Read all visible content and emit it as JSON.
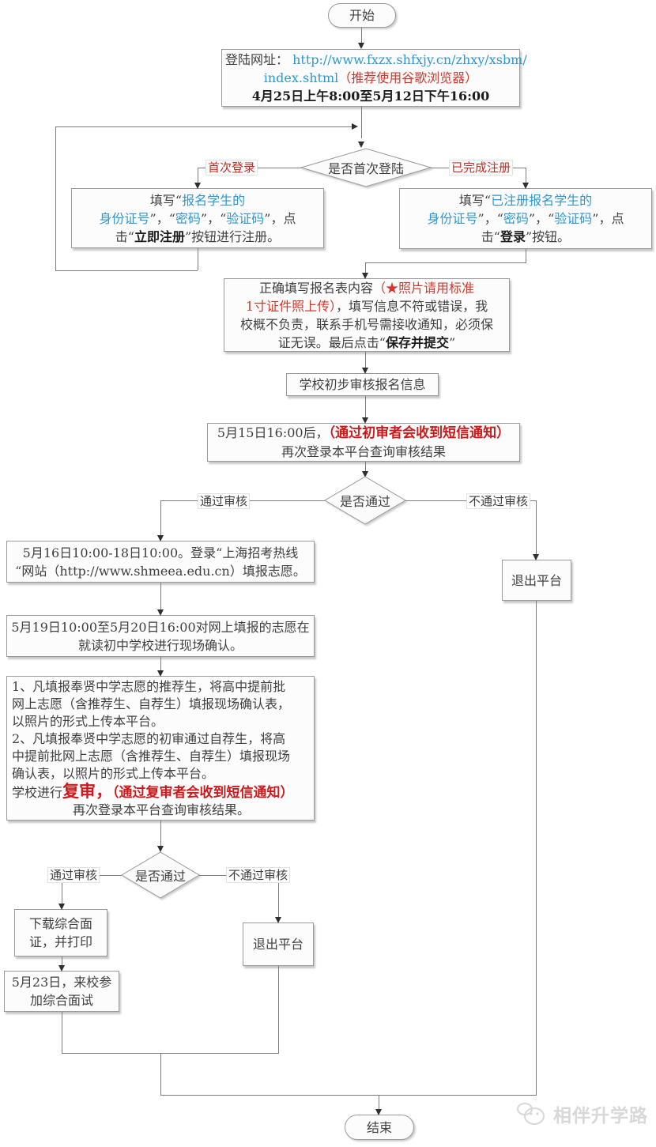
{
  "colors": {
    "link_blue": "#2e96d3",
    "warning_red": "#d3382c",
    "strong_red": "#cc1a1c",
    "line_gray": "#7d7d7d",
    "watermark_gray": "#d8d8d8"
  },
  "watermark": {
    "text": "相伴升学路"
  },
  "nodes": {
    "start": {
      "label": "开始"
    },
    "end": {
      "label": "结束"
    },
    "login_url": {
      "lines": [
        [
          {
            "t": "登陆网址： "
          },
          {
            "t": "http://www.fxzx.shfxjy.cn/zhxy/xsbm/",
            "c": "blue"
          }
        ],
        [
          {
            "t": "index.shtml",
            "c": "blue"
          },
          {
            "t": "（推荐使用谷歌浏览器）",
            "c": "red"
          }
        ],
        [
          {
            "t": "4月25日上午8:00至5月12日下午16:00",
            "c": "bold"
          }
        ]
      ]
    },
    "first_login_decision": {
      "label": "是否首次登陆",
      "yes_label": "首次登录",
      "no_label": "已完成注册"
    },
    "register": {
      "lines": [
        [
          {
            "t": "填写“"
          },
          {
            "t": "报名学生的",
            "c": "blue"
          }
        ],
        [
          {
            "t": "身份证号",
            "c": "blue"
          },
          {
            "t": "”，“"
          },
          {
            "t": "密码",
            "c": "blue"
          },
          {
            "t": "”，“"
          },
          {
            "t": "验证码",
            "c": "blue"
          },
          {
            "t": "”，点"
          }
        ],
        [
          {
            "t": "击“"
          },
          {
            "t": "立即注册",
            "c": "bold"
          },
          {
            "t": "”按钮进行注册。"
          }
        ]
      ]
    },
    "login": {
      "lines": [
        [
          {
            "t": "填写“"
          },
          {
            "t": "已注册报名学生的",
            "c": "blue"
          }
        ],
        [
          {
            "t": "身份证号",
            "c": "blue"
          },
          {
            "t": "”，“"
          },
          {
            "t": "密码",
            "c": "blue"
          },
          {
            "t": "”，“"
          },
          {
            "t": "验证码",
            "c": "blue"
          },
          {
            "t": "”，点"
          }
        ],
        [
          {
            "t": "击“"
          },
          {
            "t": "登录",
            "c": "bold"
          },
          {
            "t": "”按钮。"
          }
        ]
      ]
    },
    "fill_form": {
      "lines": [
        [
          {
            "t": "正确填写报名表内容"
          },
          {
            "t": "（★照片请用标准",
            "c": "red"
          }
        ],
        [
          {
            "t": "1寸证件照上传）",
            "c": "red"
          },
          {
            "t": "，填写信息不符或错误，我"
          }
        ],
        [
          {
            "t": "校概不负责，联系手机号需接收通知，必须保"
          }
        ],
        [
          {
            "t": "证无误。最后点击“"
          },
          {
            "t": "保存并提交",
            "c": "bold"
          },
          {
            "t": "”"
          }
        ]
      ]
    },
    "school_review": {
      "label": "学校初步审核报名信息"
    },
    "review_result": {
      "lines": [
        [
          {
            "t": "5月15日16:00后，"
          },
          {
            "t": "（通过初审者会收到短信通知）",
            "c": "redbold"
          }
        ],
        [
          {
            "t": "再次登录本平台查询审核结果"
          }
        ]
      ]
    },
    "pass_decision_1": {
      "label": "是否通过",
      "yes_label": "通过审核",
      "no_label": "不通过审核"
    },
    "exit_platform_1": {
      "label": "退出平台"
    },
    "fill_volunteer": {
      "lines": [
        [
          {
            "t": "5月16日10:00-18日10:00。登录“上海招考热线"
          }
        ],
        [
          {
            "t": "“网站（http://www.shmeea.edu.cn）填报志愿。"
          }
        ]
      ]
    },
    "onsite_confirm": {
      "lines": [
        [
          {
            "t": "5月19日10:00至5月20日16:00对网上填报的志愿在"
          }
        ],
        [
          {
            "t": "就读初中学校进行现场确认。"
          }
        ]
      ]
    },
    "upload_confirm": {
      "lines": [
        [
          {
            "t": "1、凡填报奉贤中学志愿的推荐生，将高中提前批"
          }
        ],
        [
          {
            "t": "网上志愿（含推荐生、自荐生）填报现场确认表，"
          }
        ],
        [
          {
            "t": "以照片的形式上传本平台。"
          }
        ],
        [
          {
            "t": "2、凡填报奉贤中学志愿的初审通过自荐生，将高"
          }
        ],
        [
          {
            "t": "中提前批网上志愿（含推荐生、自荐生）填报现场"
          }
        ],
        [
          {
            "t": "确认表，以照片的形式上传本平台。"
          }
        ],
        [
          {
            "t": "学校进行"
          },
          {
            "t": "复审，",
            "c": "bigred"
          },
          {
            "t": "（通过复审者会收到短信通知）",
            "c": "redbold"
          }
        ],
        [
          {
            "t": "再次登录本平台查询审核结果。"
          }
        ]
      ]
    },
    "pass_decision_2": {
      "label": "是否通过",
      "yes_label": "通过审核",
      "no_label": "不通过审核"
    },
    "download_print": {
      "lines": [
        [
          {
            "t": "下载综合面"
          }
        ],
        [
          {
            "t": "证，并打印"
          }
        ]
      ]
    },
    "exit_platform_2": {
      "label": "退出平台"
    },
    "interview": {
      "lines": [
        [
          {
            "t": "5月23日，来校参"
          }
        ],
        [
          {
            "t": "加综合面试"
          }
        ]
      ]
    }
  }
}
